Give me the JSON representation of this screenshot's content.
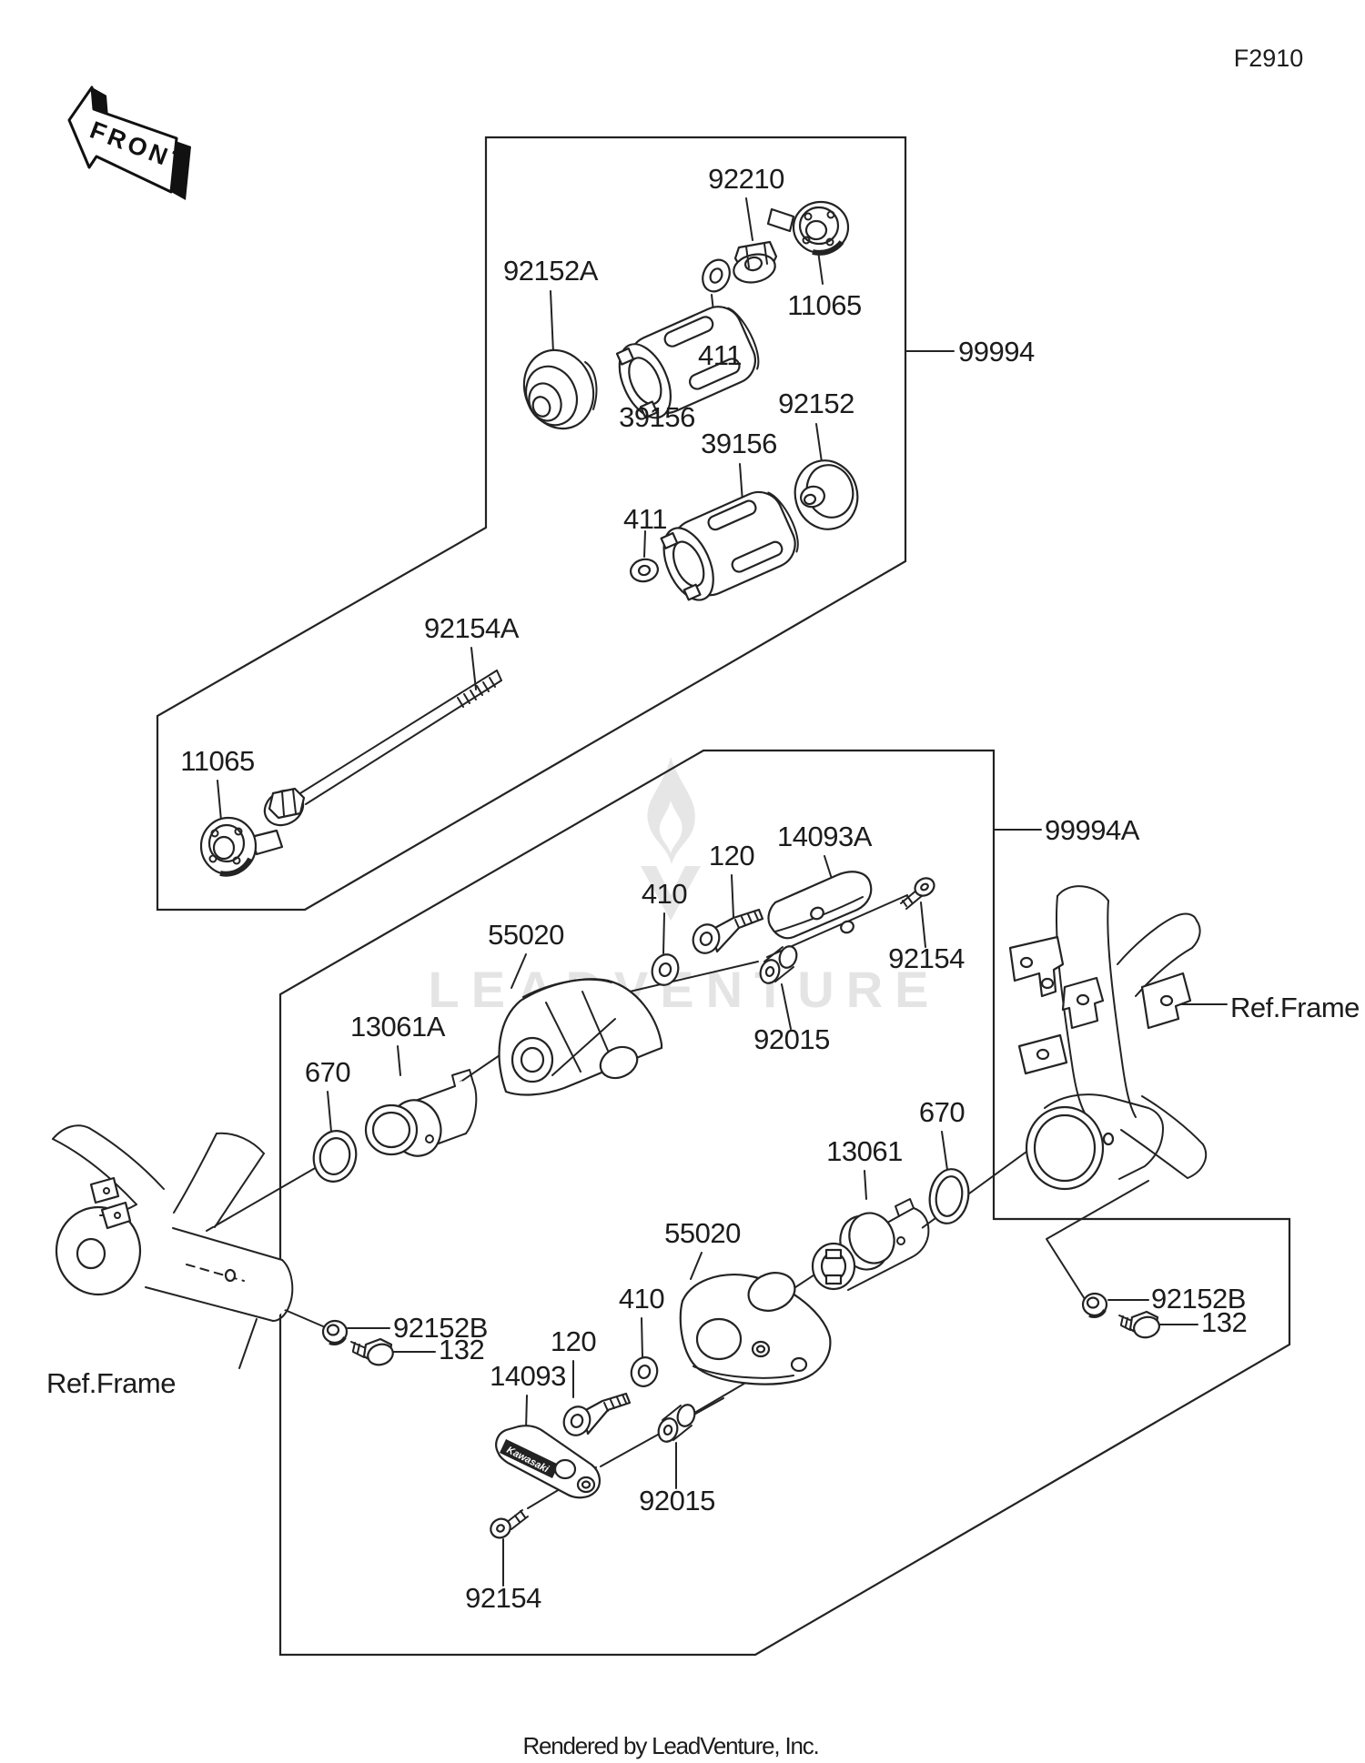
{
  "page": {
    "figure_code": "F2910",
    "footer": "Rendered by LeadVenture, Inc.",
    "watermark": "LEADVENTURE",
    "front_arrow": "FRONT",
    "brand": "Kawasaki",
    "line_color": "#232323",
    "watermark_color": "#e4e4e4"
  },
  "labels": {
    "kit_top": "99994",
    "kit_bottom": "99994A",
    "p92210": "92210",
    "p92152A": "92152A",
    "p11065_top": "11065",
    "p411_top": "411",
    "p39156_top": "39156",
    "p92152": "92152",
    "p39156_bottom": "39156",
    "p411_bottom": "411",
    "p92154A": "92154A",
    "p11065_left": "11065",
    "p14093A": "14093A",
    "p120_top": "120",
    "p410_top": "410",
    "p92154_top": "92154",
    "p55020_top": "55020",
    "p13061A": "13061A",
    "p92015_top": "92015",
    "p670_left": "670",
    "ref_frame_right": "Ref.Frame",
    "p670_right": "670",
    "p13061": "13061",
    "p55020_bottom": "55020",
    "p410_bottom": "410",
    "p92152B_left": "92152B",
    "p132_left": "132",
    "p120_bottom": "120",
    "p14093": "14093",
    "ref_frame_left": "Ref.Frame",
    "p92152B_right": "92152B",
    "p132_right": "132",
    "p92015_bottom": "92015",
    "p92154_bottom": "92154"
  }
}
